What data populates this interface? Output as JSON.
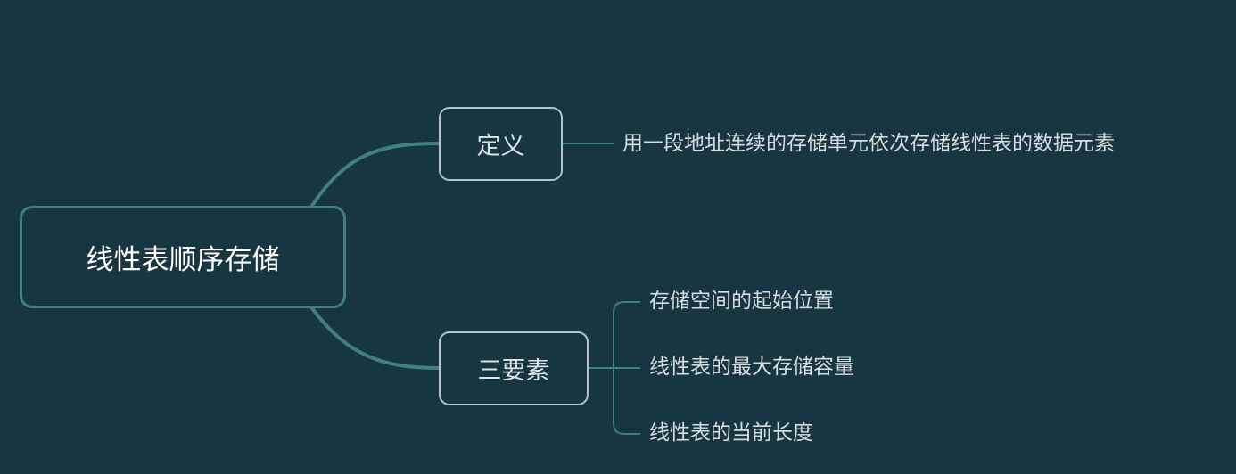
{
  "root": {
    "label": "线性表顺序存储"
  },
  "branches": [
    {
      "label": "定义",
      "children": [
        "用一段地址连续的存储单元依次存储线性表的数据元素"
      ]
    },
    {
      "label": "三要素",
      "children": [
        "存储空间的起始位置",
        "线性表的最大存储容量",
        "线性表的当前长度"
      ]
    }
  ],
  "colors": {
    "background": "#183542",
    "root_border": "#3f817c",
    "connector": "#3f817c",
    "branch_border": "#b7c3c6",
    "text": "#d5dde0"
  }
}
